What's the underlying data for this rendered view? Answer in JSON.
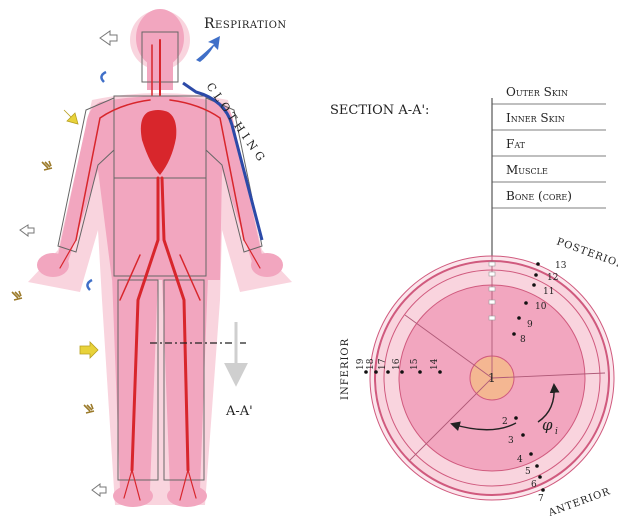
{
  "labels": {
    "respiration": "Respiration",
    "clothing": "CLOTHING",
    "section_title": "SECTION A-A':",
    "section_marker": "A-A'",
    "phi": "φ",
    "phi_sub": "i",
    "center": "1",
    "posterior": "POSTERIOR",
    "anterior": "ANTERIOR",
    "inferior": "INFERIOR"
  },
  "layers": [
    "Outer Skin",
    "Inner Skin",
    "Fat",
    "Muscle",
    "Bone (core)"
  ],
  "nodes": [
    "2",
    "3",
    "4",
    "5",
    "6",
    "7",
    "8",
    "9",
    "10",
    "11",
    "12",
    "13",
    "14",
    "15",
    "16",
    "17",
    "18",
    "19"
  ],
  "colors": {
    "skin": "#f2a6bf",
    "skin_light": "#f9d4de",
    "vessel": "#d8262c",
    "bone": "#f4b792",
    "clothing": "#2c4aa8",
    "respiration_arrow": "#3f6fc8",
    "heat_arrow_yellow": "#e8d23a",
    "heat_arrow_brown": "#9b7a2a",
    "outline": "#555555"
  },
  "icons": [
    "respiration-arrow-icon",
    "heat-flux-arrow-icon",
    "radiation-squiggle-icon",
    "section-arrow-icon"
  ]
}
